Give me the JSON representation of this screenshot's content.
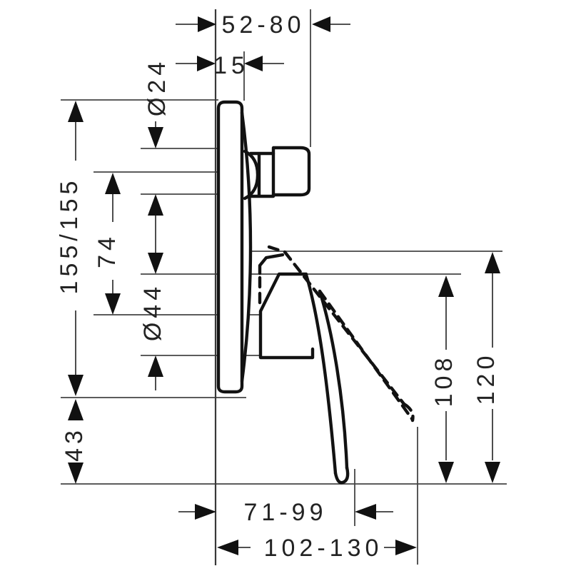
{
  "drawing": {
    "kind": "technical dimension drawing",
    "subject": "concealed single-lever bath mixer, side elevation",
    "background_color": "#ffffff",
    "outline_color": "#121212",
    "reference_line_color": "#454545",
    "arrow_color": "#111111"
  },
  "dimensions": {
    "wall_depth_range": "52-80",
    "plate_projection": "15",
    "knob_diameter": "Ø24",
    "plate_heights": "155/155",
    "axis_spacing": "74",
    "sleeve_diameter": "Ø44",
    "bottom_clearance": "43",
    "handle_height": "108",
    "overall_height": "120",
    "handle_reach_range": "71-99",
    "overall_reach_range": "102-130"
  }
}
